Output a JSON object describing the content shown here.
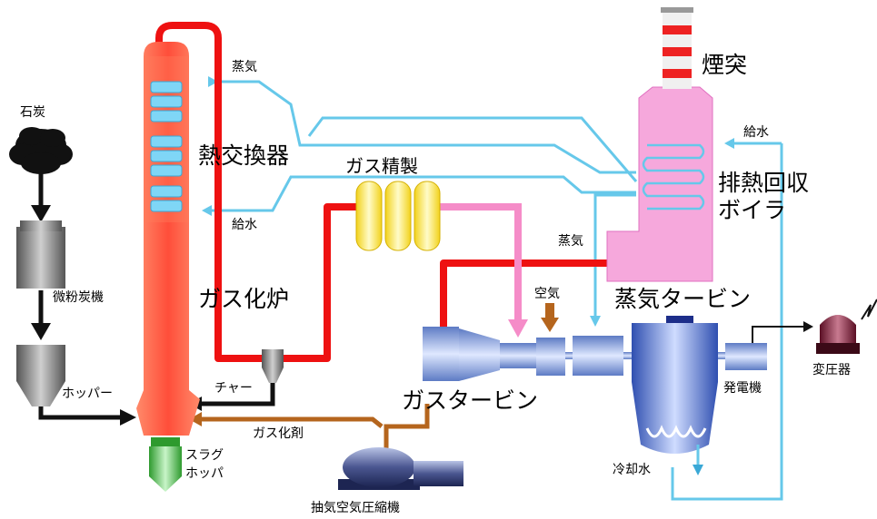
{
  "labels": {
    "coal": "石炭",
    "pulverizer": "微粉炭機",
    "hopper": "ホッパー",
    "steam_top": "蒸気",
    "heat_exchanger": "熱交換器",
    "feedwater_left": "給水",
    "gasifier": "ガス化炉",
    "char": "チャー",
    "gasifying_agent": "ガス化剤",
    "slag_hopper_1": "スラグ",
    "slag_hopper_2": "ホッパ",
    "compressor": "抽気空気圧縮機",
    "gas_cleanup": "ガス精製",
    "gas_turbine": "ガスタービン",
    "air": "空気",
    "steam_turbine": "蒸気タービン",
    "steam_mid": "蒸気",
    "hrsg_1": "排熱回収",
    "hrsg_2": "ボイラ",
    "feedwater_right": "給水",
    "stack": "煙突",
    "generator": "発電機",
    "transformer": "変圧器",
    "cooling_water": "冷却水"
  },
  "colors": {
    "gas_red": "#ee1111",
    "steam_blue": "#66c8ea",
    "clean_gas_pink": "#f58cc8",
    "air_brown": "#b5651d",
    "coal_black": "#111111",
    "hrsg_pink": "#f36fc4",
    "gasifier_orange": "#ff6a4a"
  }
}
